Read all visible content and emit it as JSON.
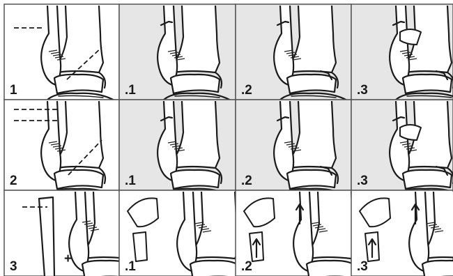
{
  "colors": {
    "ink": "#1a1a1a",
    "panel_light": "#ffffff",
    "panel_shaded": "#e6e6e6",
    "grid_line": "#555555"
  },
  "rows": [
    {
      "panels": [
        {
          "label": "1",
          "shaded": false
        },
        {
          "label": ".1",
          "shaded": true
        },
        {
          "label": ".2",
          "shaded": true
        },
        {
          "label": ".3",
          "shaded": true
        }
      ]
    },
    {
      "panels": [
        {
          "label": "2",
          "shaded": false
        },
        {
          "label": ".1",
          "shaded": true
        },
        {
          "label": ".2",
          "shaded": true
        },
        {
          "label": ".3",
          "shaded": true
        }
      ]
    },
    {
      "panels": [
        {
          "label": "3",
          "shaded": false
        },
        {
          "label": ".1",
          "shaded": false
        },
        {
          "label": ".2",
          "shaded": false
        },
        {
          "label": ".3",
          "shaded": false
        }
      ]
    }
  ],
  "annotations": {
    "plus_sign": "+"
  }
}
